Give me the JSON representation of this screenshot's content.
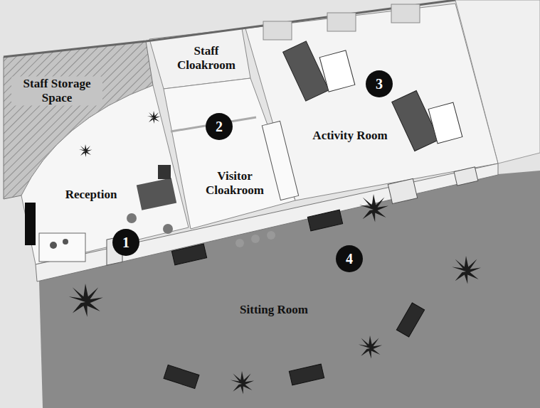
{
  "diagram": {
    "labels": [
      "Staff Storage Space",
      "Staff Cloakroom",
      "Reception",
      "1",
      "2",
      "Visitor Cloakroom",
      "3",
      "Activity Room",
      "4",
      "Sitting Room"
    ]
  }
}
